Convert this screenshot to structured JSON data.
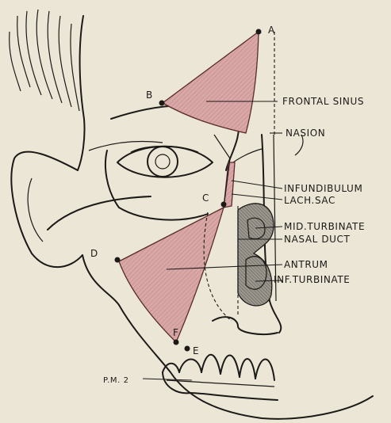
{
  "labels": {
    "frontal_sinus": "FRONTAL SINUS",
    "nasion": "NASION",
    "infundibulum": "INFUNDIBULUM",
    "lach_sac": "LACH.SAC",
    "mid_turbinate": "MID.TURBINATE",
    "nasal_duct": "NASAL DUCT",
    "antrum": "ANTRUM",
    "inf_turbinate": "INF.TURBINATE",
    "pm2": "P.M. 2"
  },
  "points": {
    "a": "A",
    "b": "B",
    "c": "C",
    "d": "D",
    "e": "E",
    "f": "F"
  },
  "colors": {
    "paper": "#ebe6d6",
    "ink": "#1c1a17",
    "sinus_fill": "#d8a7a6",
    "turbinate_fill": "#8f8b82"
  }
}
